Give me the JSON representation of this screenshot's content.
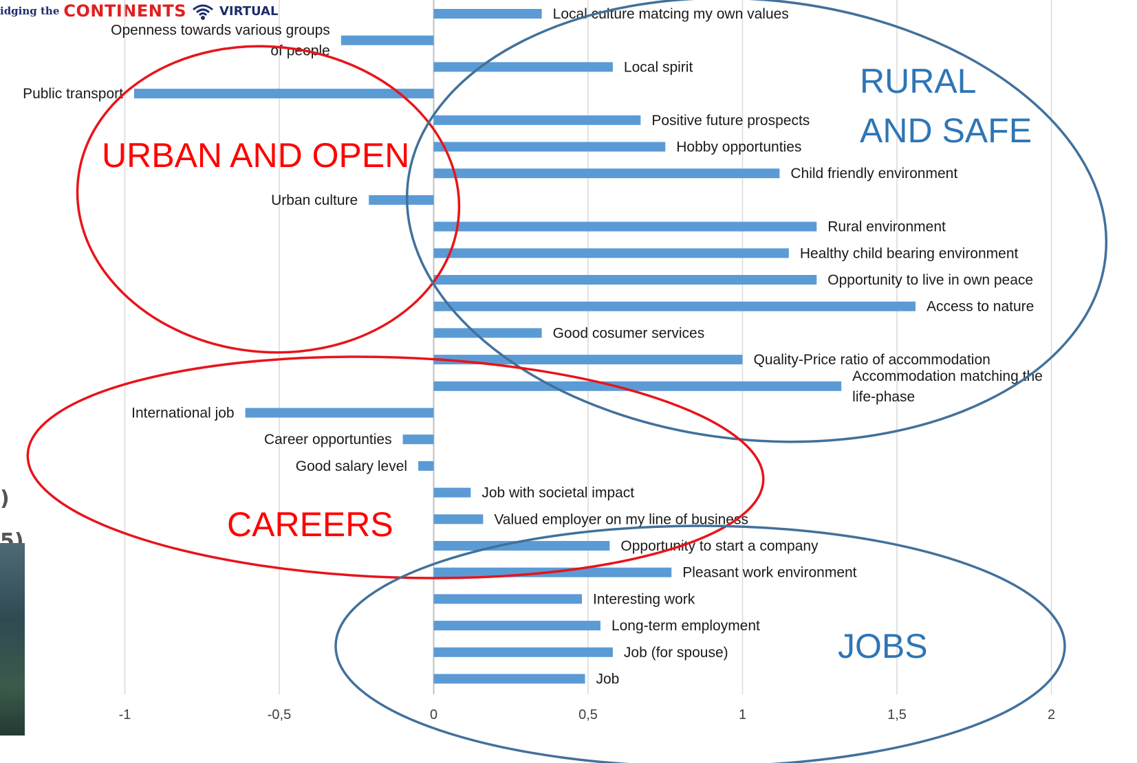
{
  "logo": {
    "small_text": "idging the",
    "main_text": "CONTINENTS",
    "sub_text": "VIRTUAL",
    "icon": "wifi-icon"
  },
  "side_fragments": [
    ")",
    "5)"
  ],
  "colors": {
    "bar": "#5b9bd5",
    "grid": "#d9d9d9",
    "red_group": "#e8141b",
    "blue_group": "#41719c",
    "blue_group_label": "#2e75b6",
    "red_group_label": "#ff0000"
  },
  "chart_data": {
    "type": "bar",
    "orientation": "horizontal",
    "xlim": [
      -1,
      2
    ],
    "x_ticks": [
      "-1",
      "-0,5",
      "0",
      "0,5",
      "1",
      "1,5",
      "2"
    ],
    "x_tick_values": [
      -1,
      -0.5,
      0,
      0.5,
      1,
      1.5,
      2
    ],
    "grid": "vertical",
    "categories": [
      "Local culture matcing my own values",
      "Openness towards various groups of people",
      "Local spirit",
      "Public transport",
      "Positive future prospects",
      "Hobby opportunties",
      "Child friendly environment",
      "Urban culture",
      "Rural environment",
      "Healthy child bearing environment",
      "Opportunity to live in own peace",
      "Access to nature",
      "Good cosumer services",
      "Quality-Price ratio of accommodation",
      "Accommodation matching the life-phase",
      "International job",
      "Career opportunties",
      "Good salary level",
      "Job with societal impact",
      "Valued employer on my line of business",
      "Opportunity to start a company",
      "Pleasant work environment",
      "Interesting work",
      "Long-term employment",
      "Job (for spouse)",
      "Job"
    ],
    "values": [
      0.35,
      -0.3,
      0.58,
      -0.97,
      0.67,
      0.75,
      1.12,
      -0.21,
      1.24,
      1.15,
      1.24,
      1.56,
      0.35,
      1.0,
      1.32,
      -0.61,
      -0.1,
      -0.05,
      0.12,
      0.16,
      0.57,
      0.77,
      0.48,
      0.54,
      0.58,
      0.49
    ],
    "label_lines": [
      [
        "Local culture matcing my own values"
      ],
      [
        "Openness towards various groups",
        "of people"
      ],
      [
        "Local spirit"
      ],
      [
        "Public transport"
      ],
      [
        "Positive future prospects"
      ],
      [
        "Hobby opportunties"
      ],
      [
        "Child friendly environment"
      ],
      [
        "Urban culture"
      ],
      [
        "Rural environment"
      ],
      [
        "Healthy child bearing environment"
      ],
      [
        "Opportunity to live in own peace"
      ],
      [
        "Access to nature"
      ],
      [
        "Good cosumer services"
      ],
      [
        "Quality-Price ratio of accommodation"
      ],
      [
        "Accommodation matching the",
        "life-phase"
      ],
      [
        "International job"
      ],
      [
        "Career opportunties"
      ],
      [
        "Good salary level"
      ],
      [
        "Job with societal impact"
      ],
      [
        "Valued employer on my line of business"
      ],
      [
        "Opportunity to start a company"
      ],
      [
        "Pleasant work environment"
      ],
      [
        "Interesting work"
      ],
      [
        "Long-term employment"
      ],
      [
        "Job (for spouse)"
      ],
      [
        "Job"
      ]
    ],
    "groups": [
      {
        "label": "URBAN AND OPEN",
        "color": "red"
      },
      {
        "label": "RURAL AND SAFE",
        "color": "blue"
      },
      {
        "label": "CAREERS",
        "color": "red"
      },
      {
        "label": "JOBS",
        "color": "blue"
      }
    ]
  }
}
